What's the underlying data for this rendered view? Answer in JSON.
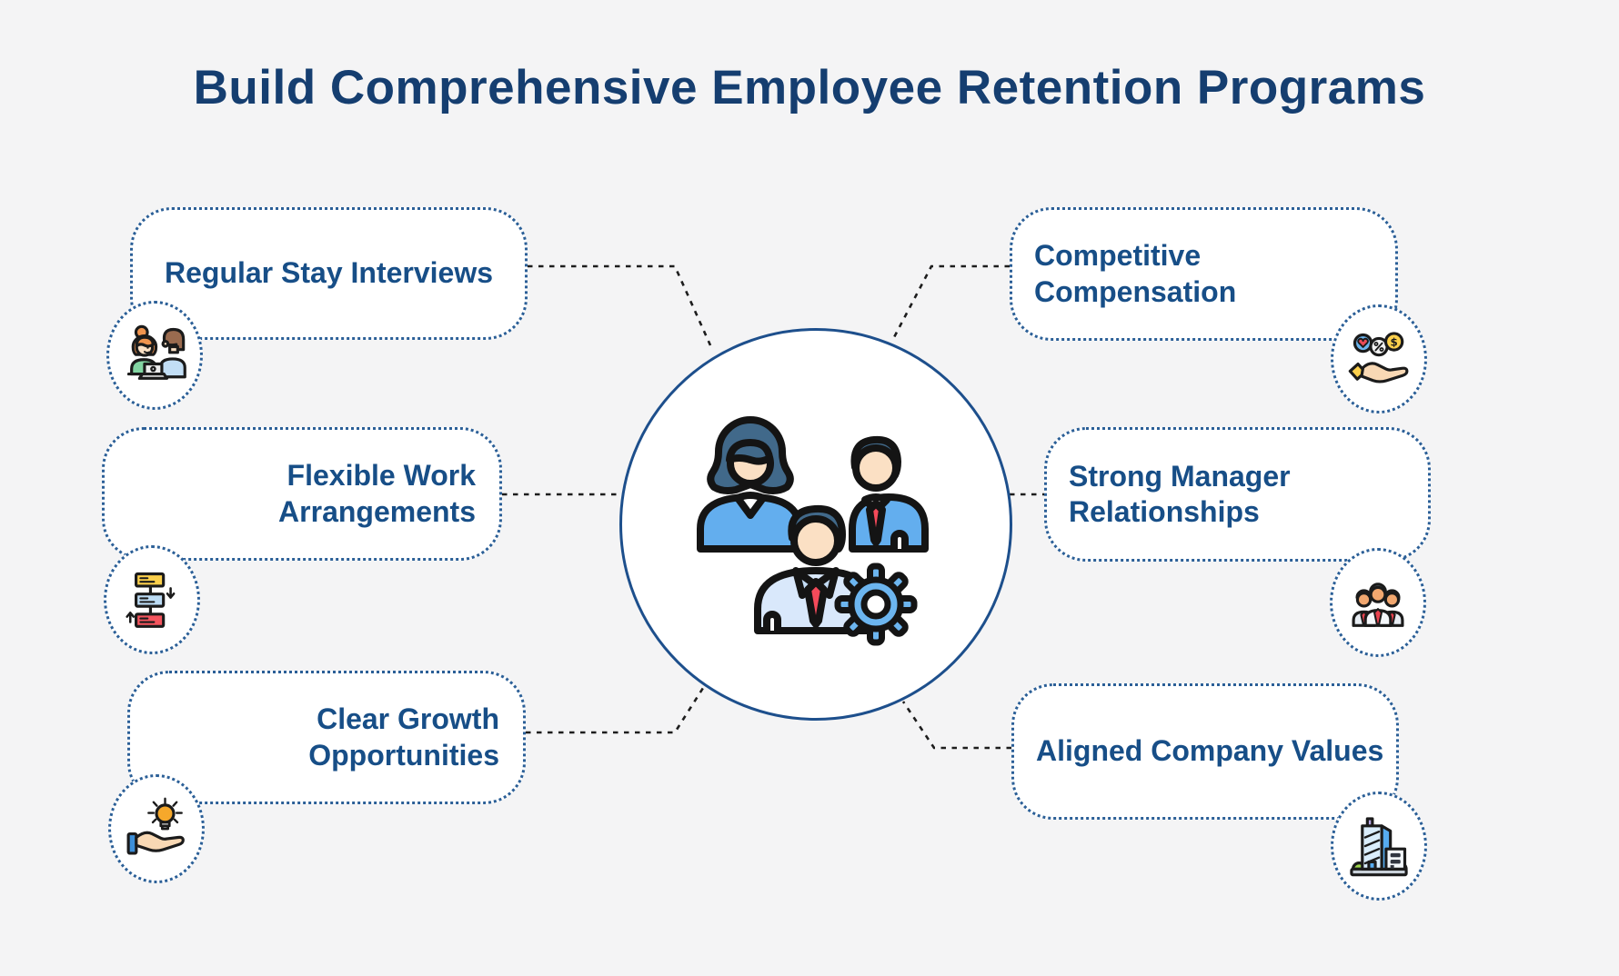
{
  "title": "Build Comprehensive Employee Retention Programs",
  "diagram": {
    "center": {
      "icon": "team-gear-icon"
    },
    "nodes": [
      {
        "id": "regular-stay-interviews",
        "label": "Regular Stay Interviews",
        "icon": "coworkers-laptop-icon",
        "side": "top-left"
      },
      {
        "id": "flexible-work-arrangements",
        "label": "Flexible Work\nArrangements",
        "icon": "workflow-diagram-icon",
        "side": "middle-left"
      },
      {
        "id": "clear-growth-opportunities",
        "label": "Clear Growth\nOpportunities",
        "icon": "hand-lightbulb-icon",
        "side": "bottom-left"
      },
      {
        "id": "competitive-compensation",
        "label": "Competitive\nCompensation",
        "icon": "hand-coins-icon",
        "side": "top-right"
      },
      {
        "id": "strong-manager-relationships",
        "label": "Strong Manager\nRelationships",
        "icon": "managers-team-icon",
        "side": "middle-right"
      },
      {
        "id": "aligned-company-values",
        "label": "Aligned Company Values",
        "icon": "company-building-icon",
        "side": "bottom-right"
      }
    ]
  },
  "colors": {
    "background": "#f4f4f5",
    "title_text": "#153e70",
    "label_text": "#174e87",
    "box_border": "#2b5f97",
    "center_border": "#1d4f8c",
    "connector": "#1d1d1d"
  }
}
